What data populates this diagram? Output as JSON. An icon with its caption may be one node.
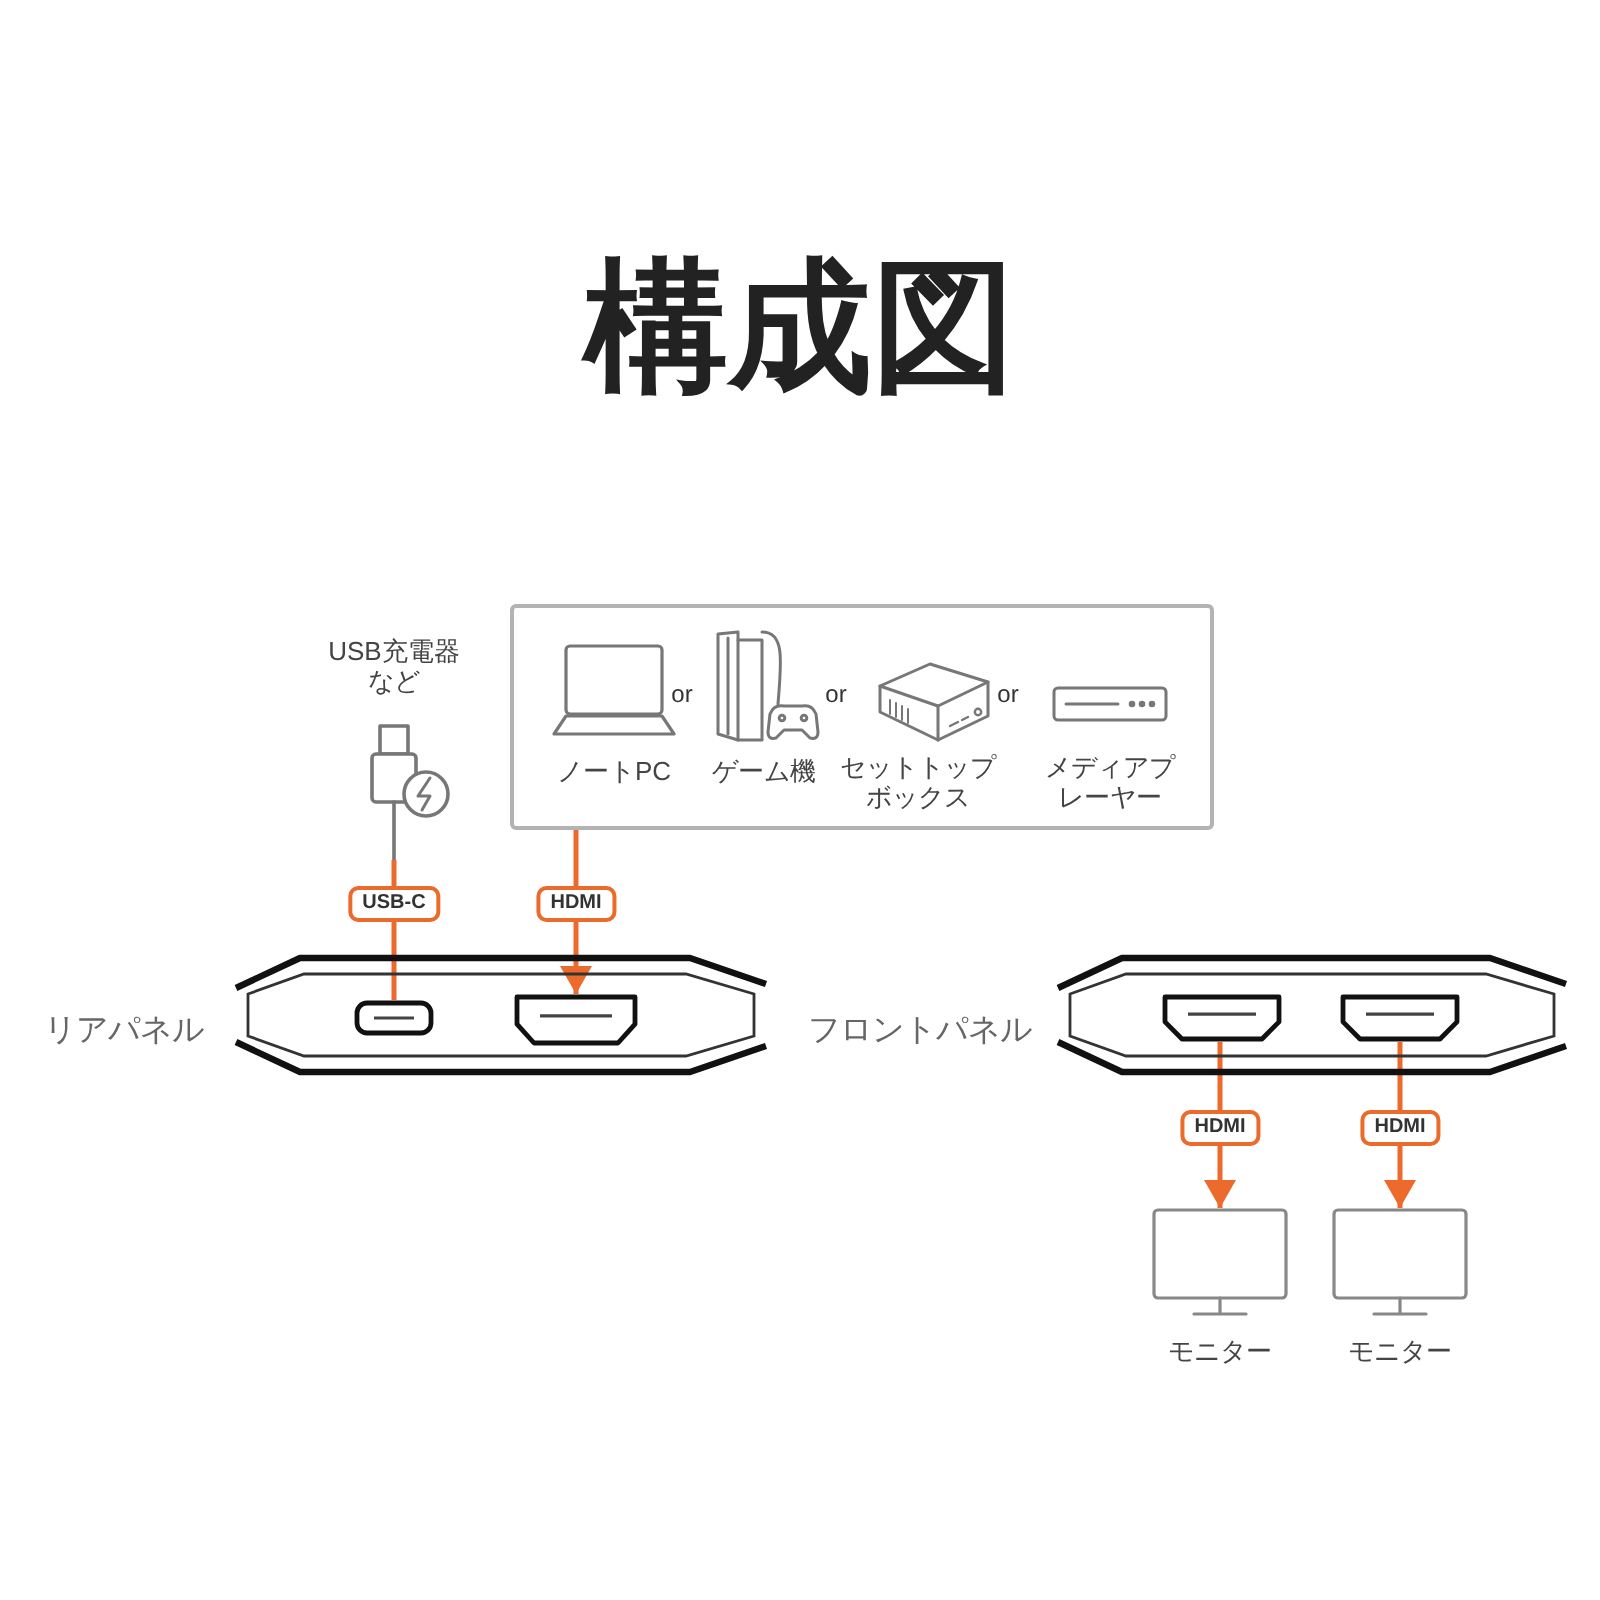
{
  "diagram": {
    "title": "構成図",
    "nodes": [
      {
        "text": [
          "USB充電器など"
        ]
      },
      {
        "text": [],
        "shape": "box"
      },
      {
        "text": [
          "ノートPC"
        ],
        "in": 1
      },
      {
        "text": [
          "ゲーム機"
        ],
        "in": 1
      },
      {
        "text": [
          "セットトップボックス"
        ],
        "in": 1
      },
      {
        "text": [
          "メディアプレーヤー"
        ],
        "in": 1
      },
      {
        "text": [
          "リアパネル"
        ]
      },
      {
        "text": [],
        "shape": "box",
        "in": 6
      },
      {
        "text": [],
        "shape": "box",
        "in": 6
      },
      {
        "text": [
          "フロントパネル"
        ]
      },
      {
        "text": [],
        "shape": "box",
        "in": 9
      },
      {
        "text": [],
        "shape": "box",
        "in": 9
      },
      {
        "text": [
          "モニター"
        ]
      },
      {
        "text": [
          "モニター"
        ]
      }
    ],
    "edges": [
      {
        "from": 0,
        "to": 7,
        "arrow": "none",
        "label": "USB-C"
      },
      {
        "from": 1,
        "to": 8,
        "arrow": "to",
        "label": "HDMI"
      },
      {
        "from": 10,
        "to": 12,
        "arrow": "to",
        "label": "HDMI"
      },
      {
        "from": 11,
        "to": 13,
        "arrow": "to",
        "label": "HDMI"
      }
    ],
    "labels": [
      "or",
      "or",
      "or"
    ]
  }
}
